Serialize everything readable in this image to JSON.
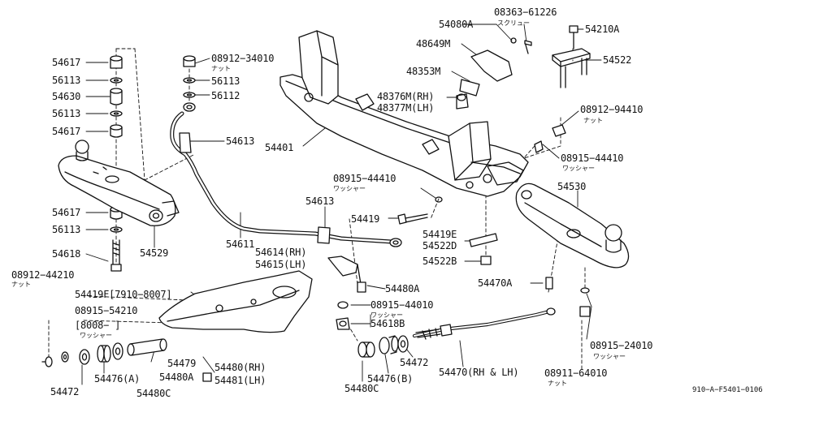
{
  "parts": {
    "p54617_a": "54617",
    "p56113_a": "56113",
    "p54630": "54630",
    "p56113_b": "56113",
    "p54617_b": "54617",
    "p54617_c": "54617",
    "p56113_c": "56113",
    "p54618": "54618",
    "p08912_44210": "08912−44210",
    "nut_1": "ナット",
    "p54419F": "54419F[7910−8007]",
    "p08915_54210": "08915−54210",
    "p8008": "[8008−      ]",
    "washer_1": "ワッシャー",
    "p54472_a": "54472",
    "p54476a": "54476(A)",
    "p54480c_a": "54480C",
    "p54480a": "54480A",
    "p54479": "54479",
    "p54480rh": "54480(RH)",
    "p54481lh": "54481(LH)",
    "p54529": "54529",
    "p54611": "54611",
    "p54613_a": "54613",
    "p54613_b": "54613",
    "p08912_34010": "08912−34010",
    "nut_2": "ナット",
    "p56113_d": "56113",
    "p56112": "56112",
    "p54401": "54401",
    "p54614rh": "54614(RH)",
    "p54615lh": "54615(LH)",
    "p54080a": "54080A",
    "p08363_61226": "08363−61226",
    "screw": "スクリュー",
    "p48649m": "48649M",
    "p48353m": "48353M",
    "p48376m": "48376M(RH)",
    "p48377m": "48377M(LH)",
    "p54210a": "54210A",
    "p54522": "54522",
    "p08912_94410": "08912−94410",
    "nut_3": "ナット",
    "p08915_44410_a": "08915−44410",
    "washer_2": "ワッシャー",
    "p08915_44410_b": "08915−44410",
    "washer_3": "ワッシャー",
    "p54530": "54530",
    "p54419": "54419",
    "p54419e": "54419E",
    "p54522d": "54522D",
    "p54522b": "54522B",
    "p54470a": "54470A",
    "p54480a_b": "54480A",
    "p08915_44010": "08915−44010",
    "washer_4": "ワッシャー",
    "p54618b": "54618B",
    "p54472_b": "54472",
    "p54476b": "54476(B)",
    "p54480c_b": "54480C",
    "p54470": "54470(RH & LH)",
    "p08915_24010": "08915−24010",
    "washer_5": "ワッシャー",
    "p08911_64010": "08911−64010",
    "nut_4": "ナット",
    "fig_code": "910−A−F5401−0106"
  }
}
